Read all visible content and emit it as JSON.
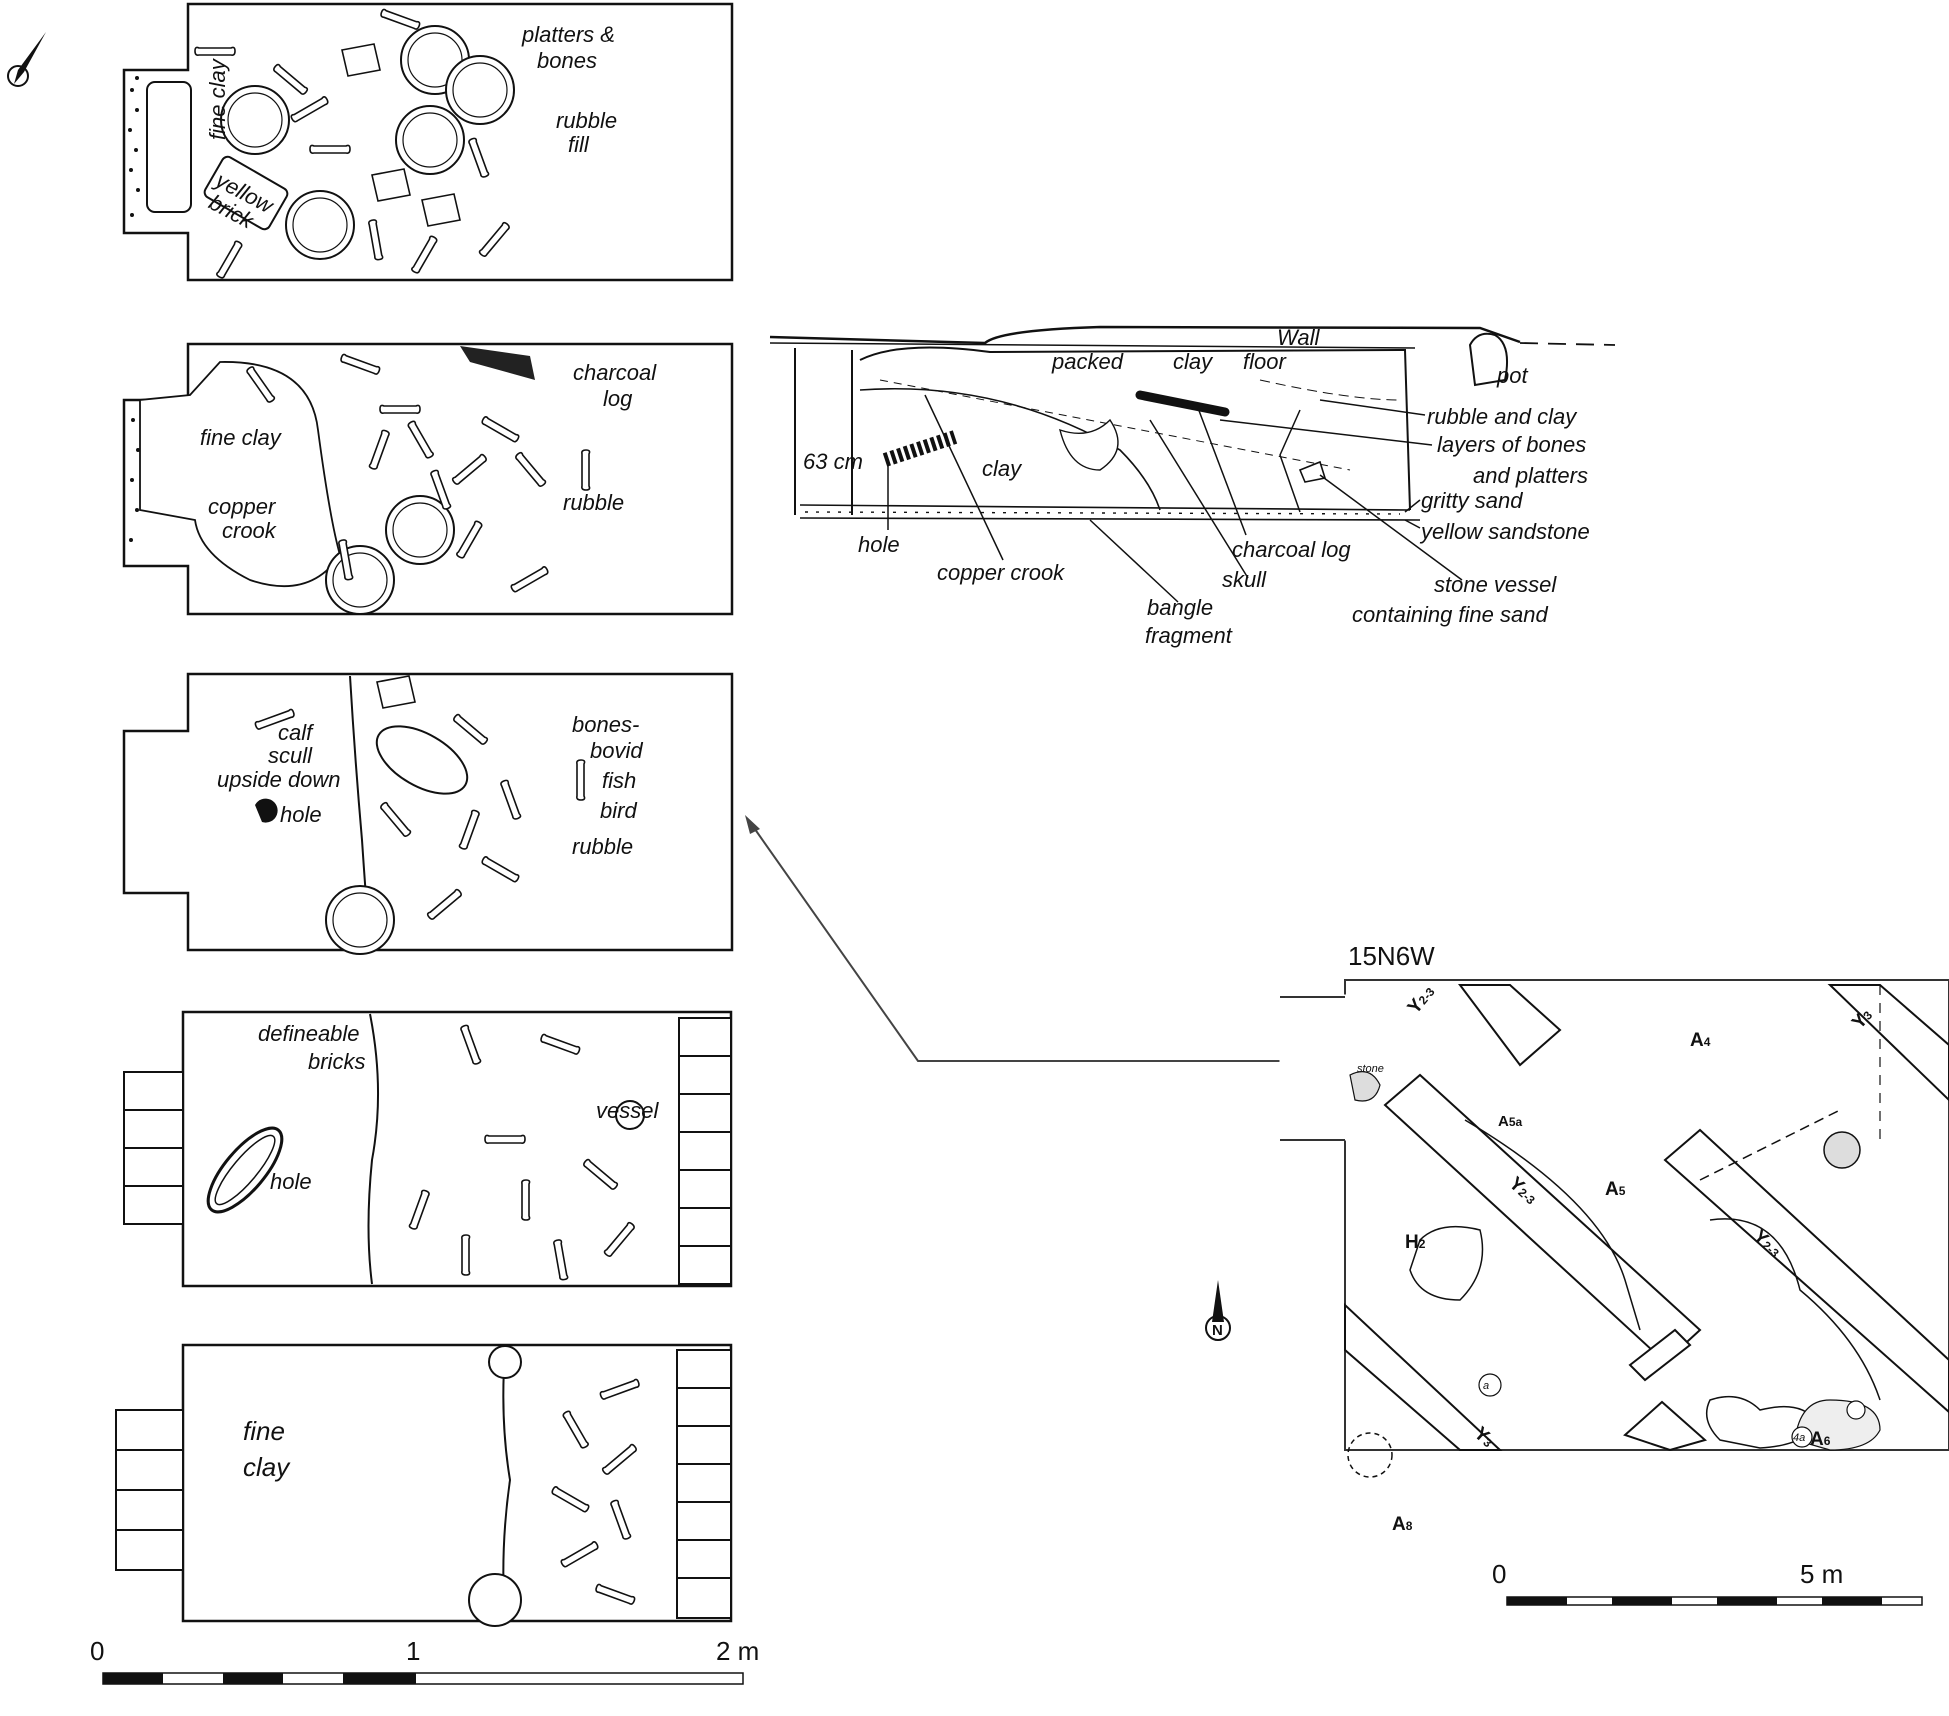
{
  "plans": [
    {
      "labels": [
        "fine clay",
        "yellow",
        "brick",
        "platters &",
        "bones",
        "rubble",
        "fill"
      ]
    },
    {
      "labels": [
        "fine clay",
        "copper",
        "crook",
        "charcoal",
        "log",
        "rubble"
      ]
    },
    {
      "labels": [
        "calf",
        "scull",
        "upside down",
        "hole",
        "bones-",
        "bovid",
        "fish",
        "bird",
        "rubble"
      ]
    },
    {
      "labels": [
        "defineable",
        "bricks",
        "hole",
        "vessel"
      ]
    },
    {
      "labels": [
        "fine",
        "clay"
      ]
    }
  ],
  "plan_scale": {
    "ticks": [
      "0",
      "1",
      "2 m"
    ]
  },
  "section": {
    "labels": [
      "Wall",
      "packed",
      "clay",
      "floor",
      "pot",
      "rubble and clay",
      "layers of bones",
      "and platters",
      "gritty sand",
      "yellow sandstone",
      "63 cm",
      "clay",
      "hole",
      "copper crook",
      "charcoal log",
      "skull",
      "bangle",
      "fragment",
      "stone vessel",
      "containing fine sand"
    ]
  },
  "site_plan": {
    "title": "15N6W",
    "north_label": "N",
    "stone_label": "stone",
    "areas": [
      {
        "main": "A",
        "sub": "4"
      },
      {
        "main": "A",
        "sub": "5a"
      },
      {
        "main": "A",
        "sub": "5"
      },
      {
        "main": "H",
        "sub": "2"
      },
      {
        "main": "A",
        "sub": "6"
      },
      {
        "main": "A",
        "sub": "8"
      }
    ],
    "walls": [
      {
        "main": "Y",
        "sub": "2-3"
      },
      {
        "main": "Y",
        "sub": "3"
      },
      {
        "main": "Y",
        "sub": "2-3"
      },
      {
        "main": "Y",
        "sub": "2-3"
      },
      {
        "main": "Y",
        "sub": "3"
      }
    ],
    "features": [
      "a",
      "4a"
    ],
    "scale_ticks": [
      "0",
      "5 m"
    ]
  }
}
